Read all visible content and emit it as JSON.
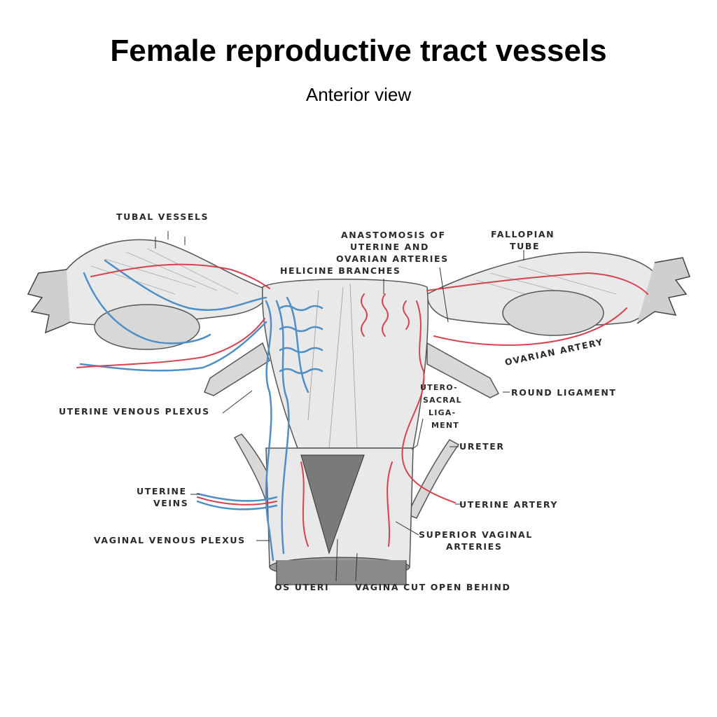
{
  "title": "Female reproductive tract vessels",
  "subtitle": "Anterior view",
  "colors": {
    "artery": "#d6424f",
    "vein": "#4f8fc7",
    "tissue": "#e9e9e9",
    "outline": "#555555"
  },
  "labels": {
    "tubal_vessels": "TUBAL VESSELS",
    "anastomosis_1": "ANASTOMOSIS OF",
    "anastomosis_2": "UTERINE AND",
    "anastomosis_3": "OVARIAN ARTERIES",
    "helicine_branches": "HELICINE BRANCHES",
    "fallopian_1": "FALLOPIAN",
    "fallopian_2": "TUBE",
    "ovarian_artery": "OVARIAN ARTERY",
    "round_ligament": "ROUND LIGAMENT",
    "uterosacral_1": "UTERO-",
    "uterosacral_2": "SACRAL",
    "uterosacral_3": "LIGA-",
    "uterosacral_4": "MENT",
    "uterine_venous_plexus": "UTERINE VENOUS PLEXUS",
    "ureter": "URETER",
    "uterine_veins_1": "UTERINE",
    "uterine_veins_2": "VEINS",
    "uterine_artery": "UTERINE ARTERY",
    "vaginal_venous_plexus": "VAGINAL VENOUS PLEXUS",
    "superior_vaginal_1": "SUPERIOR VAGINAL",
    "superior_vaginal_2": "ARTERIES",
    "os_uteri": "OS UTERI",
    "vagina_cut_open": "VAGINA CUT OPEN BEHIND"
  }
}
